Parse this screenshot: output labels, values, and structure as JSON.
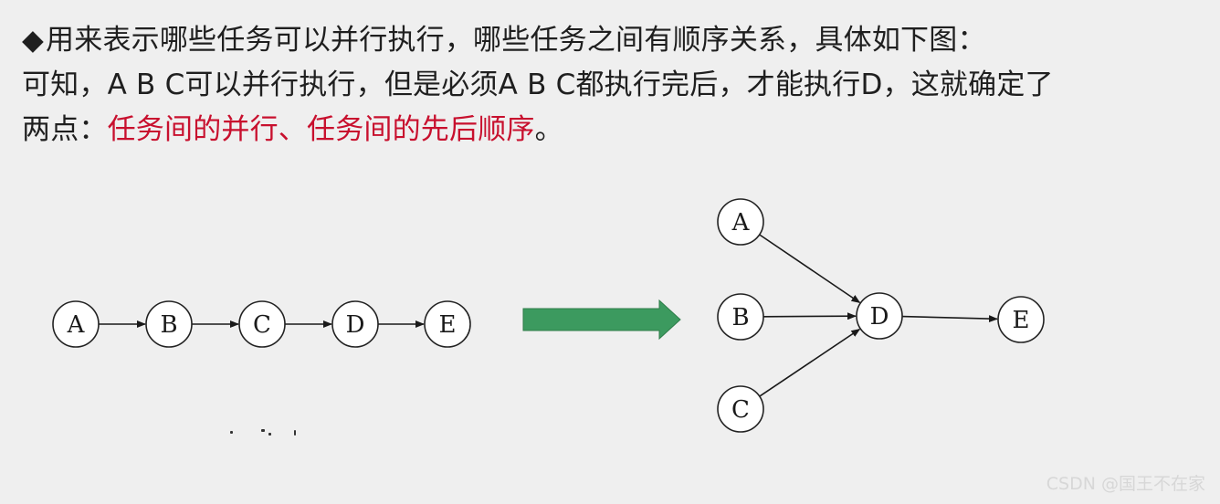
{
  "text": {
    "line1_bullet": "◆",
    "line1": "用来表示哪些任务可以并行执行，哪些任务之间有顺序关系，具体如下图：",
    "line2": "可知，A B C可以并行执行，但是必须A B C都执行完后，才能执行D，这就确定了",
    "line3_prefix": "两点：",
    "line3_highlight": "任务间的并行、任务间的先后顺序",
    "line3_suffix": "。"
  },
  "colors": {
    "highlight": "#c8102e",
    "arrow_fill": "#3c9a5f",
    "arrow_stroke": "#2f7d4a"
  },
  "diagram": {
    "left_chain": {
      "nodes": [
        "A",
        "B",
        "C",
        "D",
        "E"
      ],
      "edges": [
        [
          "A",
          "B"
        ],
        [
          "B",
          "C"
        ],
        [
          "C",
          "D"
        ],
        [
          "D",
          "E"
        ]
      ]
    },
    "right_graph": {
      "nodes": [
        "A",
        "B",
        "C",
        "D",
        "E"
      ],
      "edges": [
        [
          "A",
          "D"
        ],
        [
          "B",
          "D"
        ],
        [
          "C",
          "D"
        ],
        [
          "D",
          "E"
        ]
      ]
    },
    "transform_arrow": "right-arrow-icon"
  },
  "watermark": "CSDN @国王不在家"
}
